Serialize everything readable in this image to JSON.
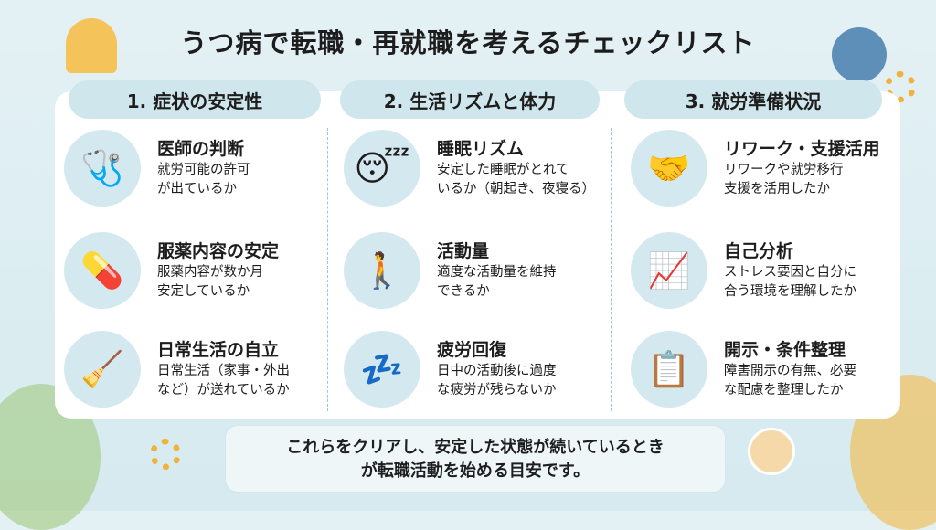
{
  "title": "うつ病で転職・再就職を考えるチェックリスト",
  "columns": [
    {
      "header": "1. 症状の安定性",
      "items": [
        {
          "icon": "doctor-icon",
          "glyph": "🩺",
          "title": "医師の判断",
          "desc": "就労可能の許可\nが出ているか"
        },
        {
          "icon": "medicine-icon",
          "glyph": "💊",
          "title": "服薬内容の安定",
          "desc": "服薬内容が数か月\n安定しているか"
        },
        {
          "icon": "housework-icon",
          "glyph": "🧹",
          "title": "日常生活の自立",
          "desc": "日常生活（家事・外出\nなど）が送れているか"
        }
      ]
    },
    {
      "header": "2. 生活リズムと体力",
      "items": [
        {
          "icon": "sleep-icon",
          "glyph": "😴",
          "title": "睡眠リズム",
          "desc": "安定した睡眠がとれて\nいるか（朝起き、夜寝る）"
        },
        {
          "icon": "walking-icon",
          "glyph": "🚶",
          "title": "活動量",
          "desc": "適度な活動量を維持\nできるか"
        },
        {
          "icon": "rest-icon",
          "glyph": "💤",
          "title": "疲労回復",
          "desc": "日中の活動後に過度\nな疲労が残らないか"
        }
      ]
    },
    {
      "header": "3. 就労準備状況",
      "items": [
        {
          "icon": "support-icon",
          "glyph": "🤝",
          "title": "リワーク・支援活用",
          "desc": "リワークや就労移行\n支援を活用したか"
        },
        {
          "icon": "analysis-icon",
          "glyph": "📈",
          "title": "自己分析",
          "desc": "ストレス要因と自分に\n合う環境を理解したか"
        },
        {
          "icon": "checklist-icon",
          "glyph": "📋",
          "title": "開示・条件整理",
          "desc": "障害開示の有無、必要\nな配慮を整理したか"
        }
      ]
    }
  ],
  "footer": {
    "line1": "これらをクリアし、安定した状態が続いているとき",
    "line2": "が転職活動を始める目安です。"
  }
}
